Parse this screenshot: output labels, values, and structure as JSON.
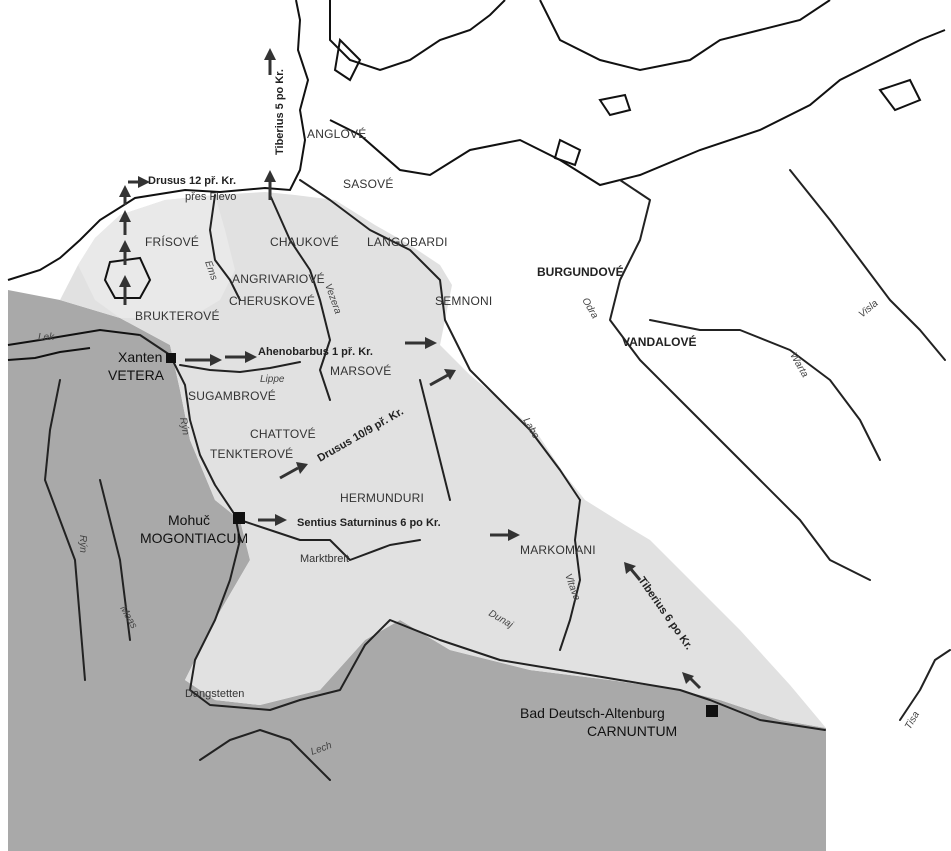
{
  "tribes": {
    "anglove": "ANGLOVÉ",
    "sasove": "SASOVÉ",
    "frisove": "FRÍSOVÉ",
    "chaukove": "CHAUKOVÉ",
    "langobardi": "LANGOBARDI",
    "burgundove": "BURGUNDOVÉ",
    "angrivariove": "ANGRIVARIOVÉ",
    "cheruskove": "CHERUSKOVÉ",
    "semnoni": "SEMNONI",
    "brukterove": "BRUKTEROVÉ",
    "vandalove": "VANDALOVÉ",
    "marsove": "MARSOVÉ",
    "subambrove": "SUGAMBROVÉ",
    "chattove": "CHATTOVÉ",
    "tenkterove": "TENKTEROVÉ",
    "hermunduri": "HERMUNDURI",
    "markomani": "MARKOMANI"
  },
  "rivers": {
    "rypa": "Lippe",
    "rur": "Rýn",
    "visurgis": "Vezera",
    "lippe": "Lippe",
    "labe": "Labe",
    "odra": "Odra",
    "visla": "Visla",
    "warta": "Warta",
    "dunaj": "Dunaj",
    "vltava": "Vltava",
    "lech": "Lech",
    "rhine_west": "Rýn",
    "maas": "Maas",
    "tisa": "Tisa",
    "ems": "Ems",
    "lek": "Lek"
  },
  "cities": {
    "xanten": "Xanten",
    "vetera": "VETERA",
    "mohuc": "Mohuč",
    "mogontiacum": "MOGONTIACUM",
    "bad_deutsch": "Bad Deutsch-Altenburg",
    "carnuntum": "CARNUNTUM"
  },
  "places": {
    "marktbreit": "Marktbreit",
    "dangstetten": "Dangstetten"
  },
  "campaigns": {
    "drusus12": "Drusus 12 př. Kr.",
    "tiberius5": "Tiberius 5 po Kr.",
    "sentius": "Sentius Saturninus 6 po Kr.",
    "drusus10": "Drusus 10/9 př. Kr.",
    "tiberius6": "Tiberius 6 po Kr.",
    "ahenobarb": "Ahenobarbus 1 př. Kr.",
    "drusus_sub": "přes Flevo"
  },
  "colors": {
    "roman": "#a9a9a9",
    "germania": "#e1e1e1",
    "water": "#ffffff",
    "line": "#111111"
  }
}
